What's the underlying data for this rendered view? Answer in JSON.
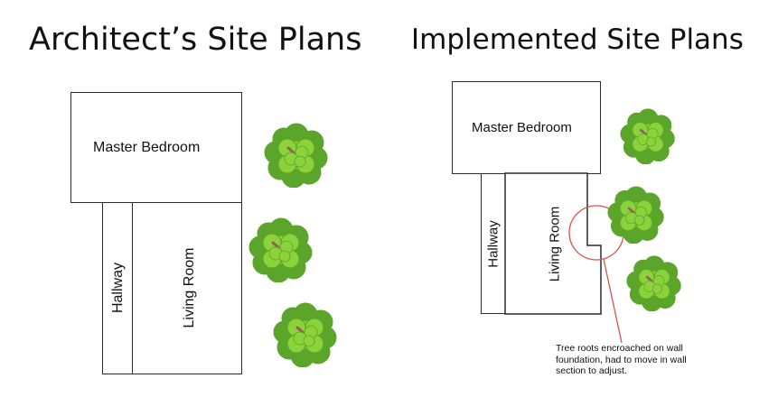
{
  "left_plan": {
    "title": "Architect’s Site Plans",
    "rooms": {
      "master_bedroom": "Master Bedroom",
      "hallway": "Hallway",
      "living_room": "Living Room"
    }
  },
  "right_plan": {
    "title": "Implemented Site Plans",
    "rooms": {
      "master_bedroom": "Master Bedroom",
      "hallway": "Hallway",
      "living_room": "Living Room"
    },
    "annotation": "Tree roots encroached on wall foundation, had to move in wall section to adjust."
  },
  "colors": {
    "wall": "#2b2b2b",
    "callout": "#d9534f",
    "tree_light": "#8cd23a",
    "tree_dark": "#5aa52a",
    "trunk": "#9a5a66"
  },
  "icons": [
    "tree-icon"
  ]
}
